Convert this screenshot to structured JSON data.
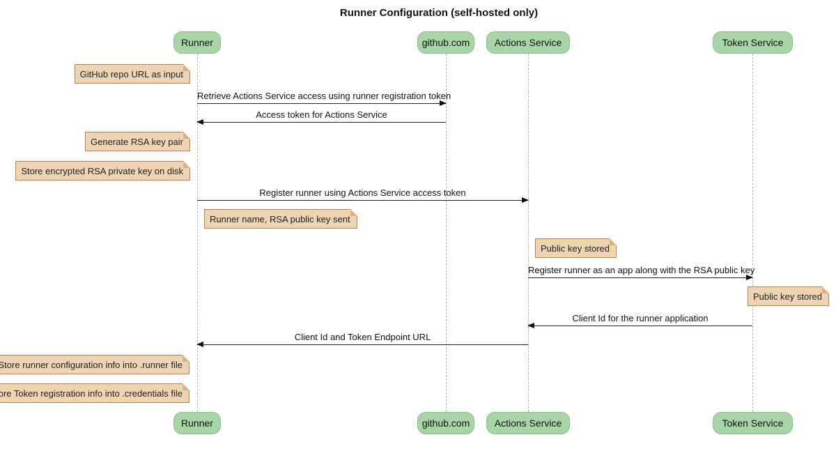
{
  "title": "Runner Configuration (self-hosted only)",
  "actors": [
    {
      "label": "Runner"
    },
    {
      "label": "github.com"
    },
    {
      "label": "Actions Service"
    },
    {
      "label": "Token Service"
    }
  ],
  "messages": [
    {
      "from": "Runner",
      "to": "github.com",
      "direction": "right",
      "label": "Retrieve Actions Service access using runner registration token"
    },
    {
      "from": "github.com",
      "to": "Runner",
      "direction": "left",
      "label": "Access token for Actions Service"
    },
    {
      "from": "Runner",
      "to": "Actions Service",
      "direction": "right",
      "label": "Register runner using Actions Service access token"
    },
    {
      "from": "Actions Service",
      "to": "Token Service",
      "direction": "right",
      "label": "Register runner as an app along with the RSA public key"
    },
    {
      "from": "Token Service",
      "to": "Actions Service",
      "direction": "left",
      "label": "Client Id for the runner application"
    },
    {
      "from": "Actions Service",
      "to": "Runner",
      "direction": "left",
      "label": "Client Id and Token Endpoint URL"
    }
  ],
  "notes": [
    {
      "anchor": "left of Runner",
      "label": "GitHub repo URL as input"
    },
    {
      "anchor": "left of Runner",
      "label": "Generate RSA key pair"
    },
    {
      "anchor": "left of Runner",
      "label": "Store encrypted RSA private key on disk"
    },
    {
      "anchor": "right of Runner",
      "label": "Runner name, RSA public key sent"
    },
    {
      "anchor": "right of Actions Service",
      "label": "Public key stored"
    },
    {
      "anchor": "right of Token Service",
      "label": "Public key stored"
    },
    {
      "anchor": "left of Runner",
      "label": "Store runner configuration info into .runner file"
    },
    {
      "anchor": "left of Runner",
      "label": "Store Token registration info into .credentials file"
    }
  ],
  "colors": {
    "actor_fill": "#a8d5a6",
    "actor_border": "#8cbd8c",
    "note_fill": "#eed4b2",
    "note_border": "#b5824d",
    "note_fold": "#d8b184",
    "lifeline": "#b3b3b3",
    "arrow": "#1f1f1f",
    "background": "#ffffff"
  }
}
